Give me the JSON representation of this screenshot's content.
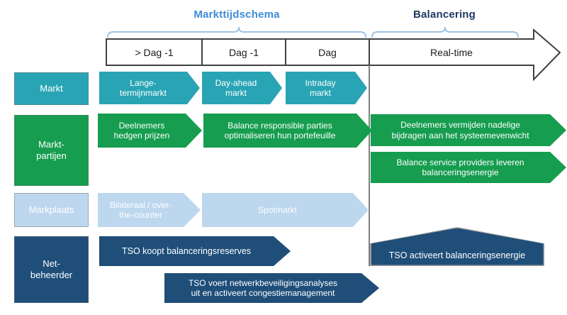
{
  "titles": {
    "market_schedule": "Markttijdschema",
    "balancing": "Balancering"
  },
  "timeline": {
    "columns": [
      "> Dag -1",
      "Dag -1",
      "Dag",
      "Real-time"
    ]
  },
  "rows": {
    "markt": {
      "label": "Markt",
      "items": [
        "Lange-\ntermijnmarkt",
        "Day-ahead\nmarkt",
        "Intraday\nmarkt"
      ]
    },
    "marktpartijen": {
      "label": "Markt-\npartijen",
      "items": [
        "Deelnemers\nhedgen prijzen",
        "Balance responsible parties\noptimaliseren hun portefeuille",
        "Deelnemers vermijden nadelige\nbijdragen aan het systeemevenwicht",
        "Balance service providers leveren\nbalanceringsenergie"
      ]
    },
    "markplaats": {
      "label": "Markplaats",
      "items": [
        "Bilateraal / over-\nthe-counter",
        "Spotmarkt"
      ]
    },
    "netbeheerder": {
      "label": "Net-\nbeheerder",
      "items": [
        "TSO koopt balanceringsreserves",
        "TSO voert netwerkbeveiligingsanalyses\nuit en activeert congestiemanagement",
        "TSO activeert balanceringsenergie"
      ]
    }
  },
  "colors": {
    "teal": "#29A4B4",
    "green": "#169D4F",
    "light_blue": "#BDD7EE",
    "navy": "#1F4E79",
    "title_blue": "#3E8CD6",
    "title_navy": "#1F3864",
    "brace_blue": "#9DC3E6",
    "timeline_outline": "#404040",
    "divider_gray": "#808080"
  }
}
